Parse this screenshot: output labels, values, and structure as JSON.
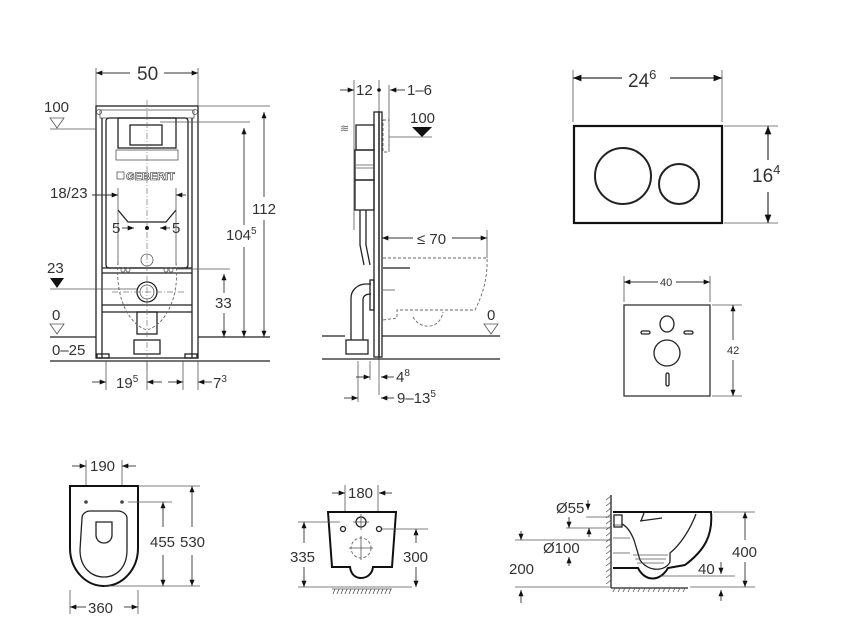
{
  "frame_front": {
    "width": "50",
    "level_100": "100",
    "connection_width": "18/23",
    "offset_left": "5",
    "offset_right": "5",
    "level_23": "23",
    "level_0": "0",
    "floor_range": "0–25",
    "height_112": "112",
    "height_1045_main": "104",
    "height_1045_sup": "5",
    "height_33": "33",
    "dist_195_main": "19",
    "dist_195_sup": "5",
    "dist_73_main": "7",
    "dist_73_sup": "3",
    "brand": "GEBERIT"
  },
  "frame_side": {
    "depth": "12",
    "wall_range": "1–6",
    "level_100": "100",
    "projection": "≤ 70",
    "level_0": "0",
    "dim_48_main": "4",
    "dim_48_sup": "8",
    "dim_range_main": "9–13",
    "dim_range_sup": "5"
  },
  "flush_plate": {
    "width_main": "24",
    "width_sup": "6",
    "height_main": "16",
    "height_sup": "4"
  },
  "sound_pad": {
    "width": "40",
    "height": "42"
  },
  "bowl_top": {
    "bolt_spacing": "190",
    "depth_455": "455",
    "depth_530": "530",
    "width": "360"
  },
  "bowl_back": {
    "bolt_spacing": "180",
    "height_335": "335",
    "height_300": "300"
  },
  "bowl_side": {
    "diam_55": "Ø55",
    "diam_100": "Ø100",
    "height_200": "200",
    "height_400": "400",
    "dim_40": "40"
  },
  "colors": {
    "line": "#222222",
    "background": "#ffffff"
  }
}
